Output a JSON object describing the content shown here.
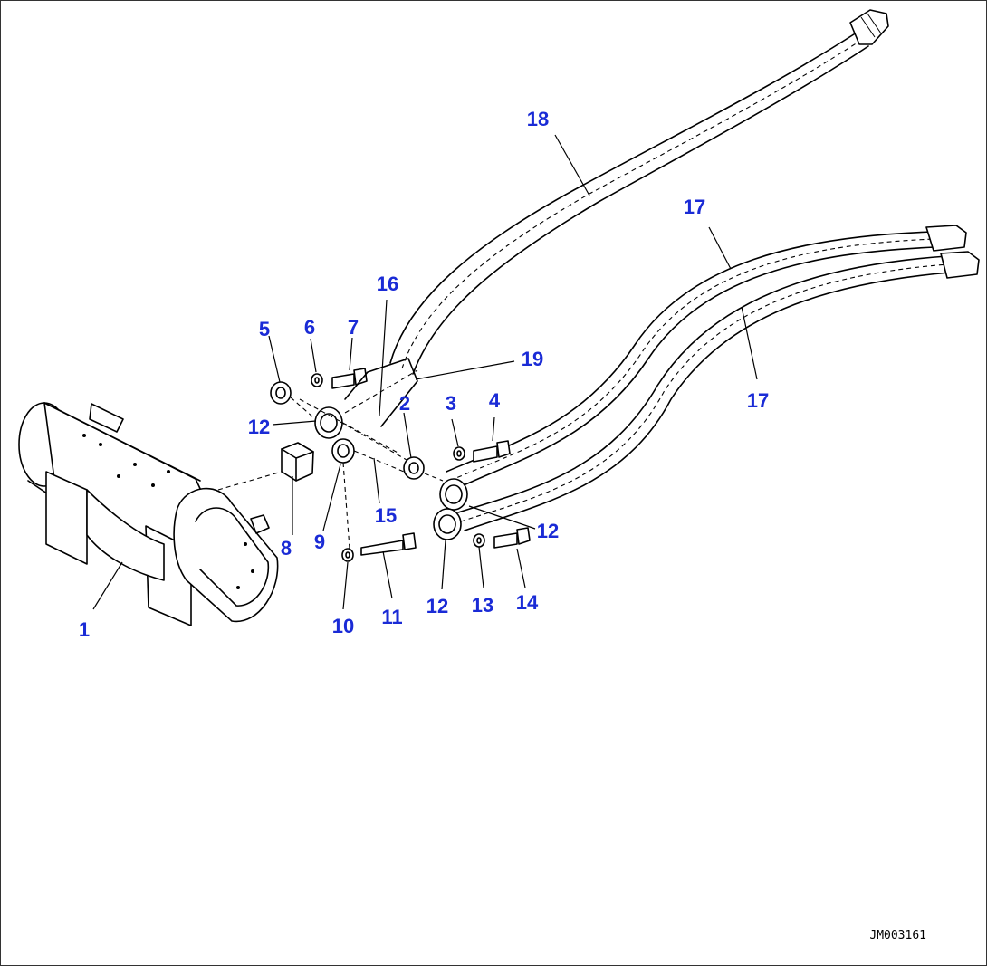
{
  "diagram": {
    "drawing_code": "JM003161",
    "callout_color": "#1a2bd6",
    "callouts": [
      {
        "id": "c1",
        "label": "1"
      },
      {
        "id": "c2",
        "label": "2"
      },
      {
        "id": "c3",
        "label": "3"
      },
      {
        "id": "c4",
        "label": "4"
      },
      {
        "id": "c5",
        "label": "5"
      },
      {
        "id": "c6",
        "label": "6"
      },
      {
        "id": "c7",
        "label": "7"
      },
      {
        "id": "c8",
        "label": "8"
      },
      {
        "id": "c9",
        "label": "9"
      },
      {
        "id": "c10",
        "label": "10"
      },
      {
        "id": "c11",
        "label": "11"
      },
      {
        "id": "c12a",
        "label": "12"
      },
      {
        "id": "c12b",
        "label": "12"
      },
      {
        "id": "c12c",
        "label": "12"
      },
      {
        "id": "c13",
        "label": "13"
      },
      {
        "id": "c14",
        "label": "14"
      },
      {
        "id": "c15",
        "label": "15"
      },
      {
        "id": "c16",
        "label": "16"
      },
      {
        "id": "c17a",
        "label": "17"
      },
      {
        "id": "c17b",
        "label": "17"
      },
      {
        "id": "c18",
        "label": "18"
      },
      {
        "id": "c19",
        "label": "19"
      }
    ]
  }
}
